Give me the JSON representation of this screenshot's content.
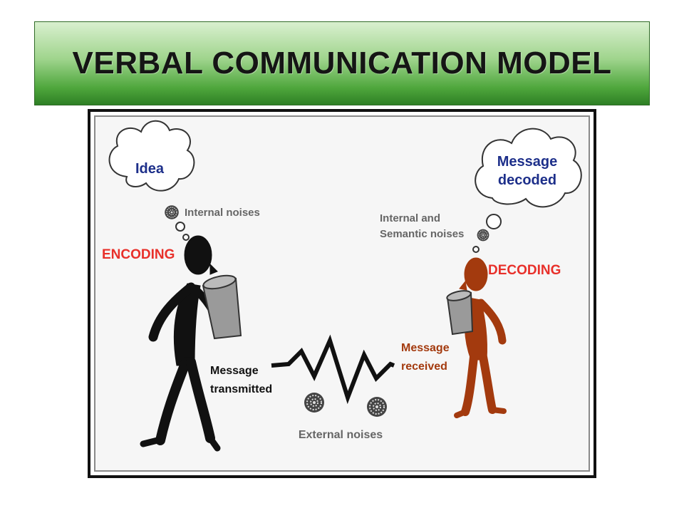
{
  "title": "VERBAL COMMUNICATION MODEL",
  "sender": {
    "thought": "Idea",
    "noise": "Internal noises",
    "process": "ENCODING"
  },
  "receiver": {
    "thought_line1": "Message",
    "thought_line2": "decoded",
    "noise_line1": "Internal and",
    "noise_line2": "Semantic noises",
    "process": "DECODING"
  },
  "channel": {
    "sent_line1": "Message",
    "sent_line2": "transmitted",
    "received_line1": "Message",
    "received_line2": "received",
    "noise": "External noises"
  },
  "colors": {
    "process_label": "#e8302a",
    "thought_label": "#1d2f8a",
    "noise_label": "#666666",
    "sender_figure": "#111111",
    "receiver_figure": "#a33a0e",
    "banner_top": "#d9f0cf",
    "banner_bottom": "#2e7f25"
  }
}
